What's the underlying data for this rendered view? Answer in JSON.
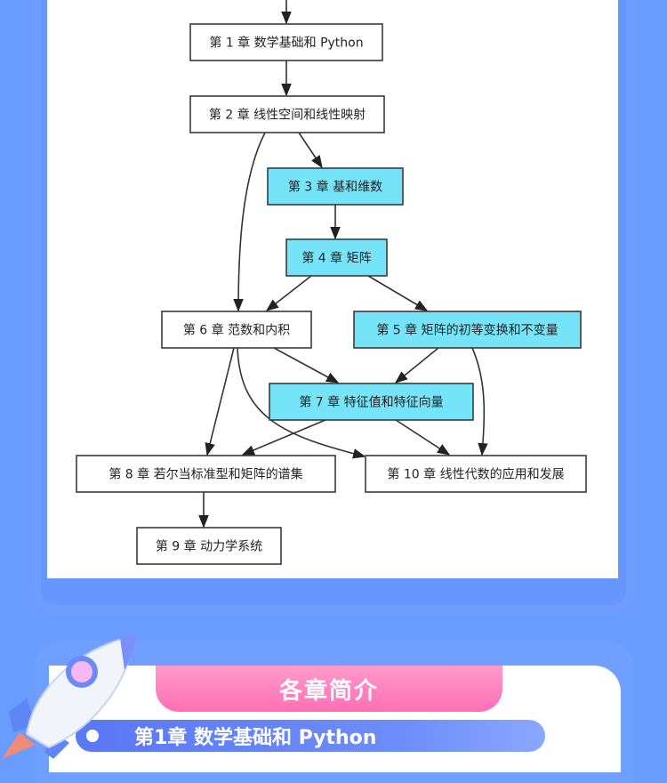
{
  "diagram": {
    "nodes": [
      {
        "id": "ch1",
        "label": "第 1 章  数学基础和 Python",
        "highlight": false
      },
      {
        "id": "ch2",
        "label": "第 2 章  线性空间和线性映射",
        "highlight": false
      },
      {
        "id": "ch3",
        "label": "第 3 章  基和维数",
        "highlight": true
      },
      {
        "id": "ch4",
        "label": "第 4 章  矩阵",
        "highlight": true
      },
      {
        "id": "ch6",
        "label": "第 6 章  范数和内积",
        "highlight": false
      },
      {
        "id": "ch5",
        "label": "第 5 章  矩阵的初等变换和不变量",
        "highlight": true
      },
      {
        "id": "ch7",
        "label": "第 7 章  特征值和特征向量",
        "highlight": true
      },
      {
        "id": "ch8",
        "label": "第 8 章  若尔当标准型和矩阵的谱集",
        "highlight": false
      },
      {
        "id": "ch10",
        "label": "第 10 章  线性代数的应用和发展",
        "highlight": false
      },
      {
        "id": "ch9",
        "label": "第 9 章  动力学系统",
        "highlight": false
      }
    ],
    "edges": [
      [
        "ch1",
        "ch2"
      ],
      [
        "ch2",
        "ch3"
      ],
      [
        "ch2",
        "ch6"
      ],
      [
        "ch3",
        "ch4"
      ],
      [
        "ch4",
        "ch6"
      ],
      [
        "ch4",
        "ch5"
      ],
      [
        "ch6",
        "ch7"
      ],
      [
        "ch6",
        "ch8"
      ],
      [
        "ch6",
        "ch10"
      ],
      [
        "ch5",
        "ch7"
      ],
      [
        "ch5",
        "ch10"
      ],
      [
        "ch7",
        "ch8"
      ],
      [
        "ch7",
        "ch10"
      ],
      [
        "ch8",
        "ch9"
      ]
    ],
    "colors": {
      "highlight": "#75e4f8",
      "plain": "#ffffff"
    }
  },
  "section": {
    "title": "各章简介",
    "first_chapter": "第1章  数学基础和 Python"
  }
}
